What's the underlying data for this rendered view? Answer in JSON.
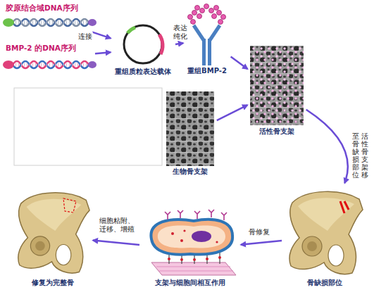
{
  "diagram": {
    "nodes": [
      {
        "text": [
          "胶原结合域DNA序列"
        ]
      },
      {
        "text": [
          "BMP-2 的DNA序列"
        ]
      },
      {
        "text": [
          "重组质粒表达载体"
        ]
      },
      {
        "text": [
          "重组BMP-2"
        ]
      },
      {
        "text": [
          "活性骨支架"
        ]
      },
      {
        "text": [
          "生物骨支架"
        ]
      },
      {
        "text": [
          "骨缺损部位"
        ]
      },
      {
        "text": [
          "支架与细胞间相互作用"
        ]
      },
      {
        "text": [
          "修复为完整骨"
        ]
      }
    ],
    "edges": [
      {
        "from": 0,
        "to": 2,
        "arrow": "to",
        "label": "连接"
      },
      {
        "from": 1,
        "to": 2,
        "arrow": "to"
      },
      {
        "from": 2,
        "to": 3,
        "arrow": "to",
        "label": "表达 纯化"
      },
      {
        "from": 3,
        "to": 4,
        "arrow": "to"
      },
      {
        "from": 5,
        "to": 4,
        "arrow": "to"
      },
      {
        "from": 4,
        "to": 6,
        "arrow": "to",
        "label": "活性骨支架移至骨缺损部位"
      },
      {
        "from": 6,
        "to": 7,
        "arrow": "to",
        "label": "骨修复"
      },
      {
        "from": 7,
        "to": 8,
        "arrow": "to",
        "label": "细胞粘附、迁移、增殖"
      }
    ]
  }
}
